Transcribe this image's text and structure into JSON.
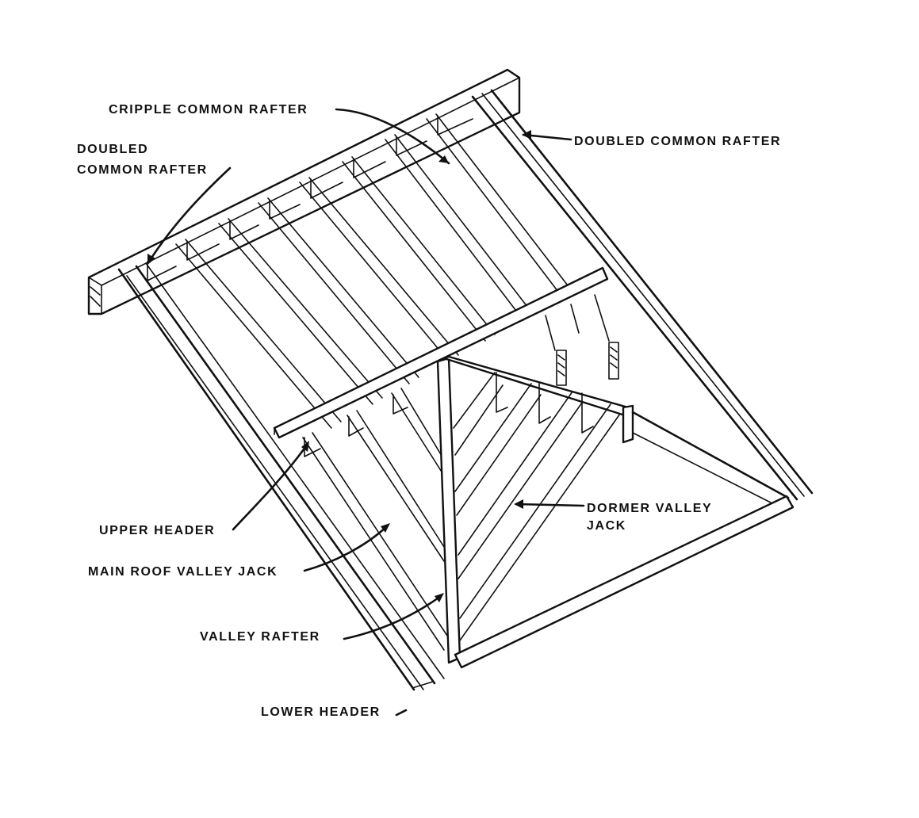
{
  "labels": {
    "cripple_common_rafter": "CRIPPLE COMMON RAFTER",
    "doubled_common_rafter_right": "DOUBLED COMMON RAFTER",
    "doubled_common_rafter_left_line1": "DOUBLED",
    "doubled_common_rafter_left_line2": "COMMON RAFTER",
    "upper_header": "UPPER HEADER",
    "main_roof_valley_jack": "MAIN ROOF VALLEY JACK",
    "dormer_valley_jack_line1": "DORMER VALLEY",
    "dormer_valley_jack_line2": "JACK",
    "valley_rafter": "VALLEY RAFTER",
    "lower_header": "LOWER HEADER"
  },
  "colors": {
    "ink": "#111111",
    "paper": "#ffffff"
  }
}
